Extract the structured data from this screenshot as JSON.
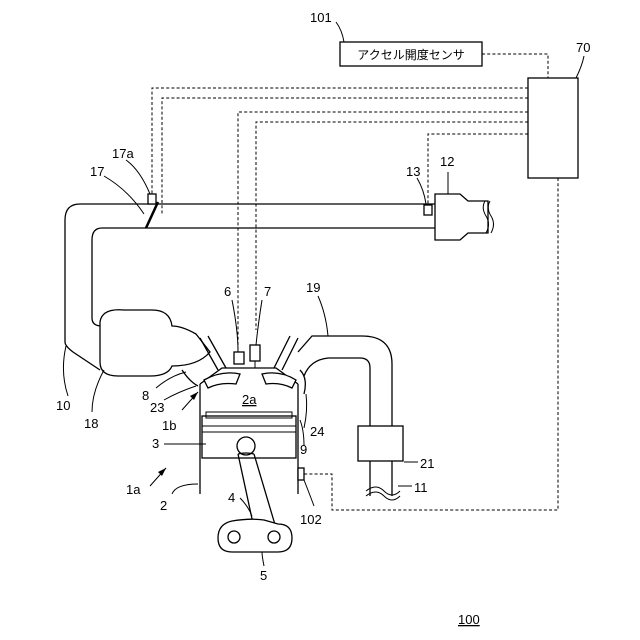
{
  "sensor_box_text": "アクセル開度センサ",
  "labels": {
    "l101": "101",
    "l70": "70",
    "l17a": "17a",
    "l17": "17",
    "l13": "13",
    "l12": "12",
    "l6": "6",
    "l7": "7",
    "l19": "19",
    "l10": "10",
    "l18": "18",
    "l8": "8",
    "l23": "23",
    "l1b": "1b",
    "l2a": "2a",
    "l24": "24",
    "l9": "9",
    "l3": "3",
    "l21": "21",
    "l11": "11",
    "l1a": "1a",
    "l2": "2",
    "l4": "4",
    "l102": "102",
    "l5": "5",
    "l100": "100"
  }
}
